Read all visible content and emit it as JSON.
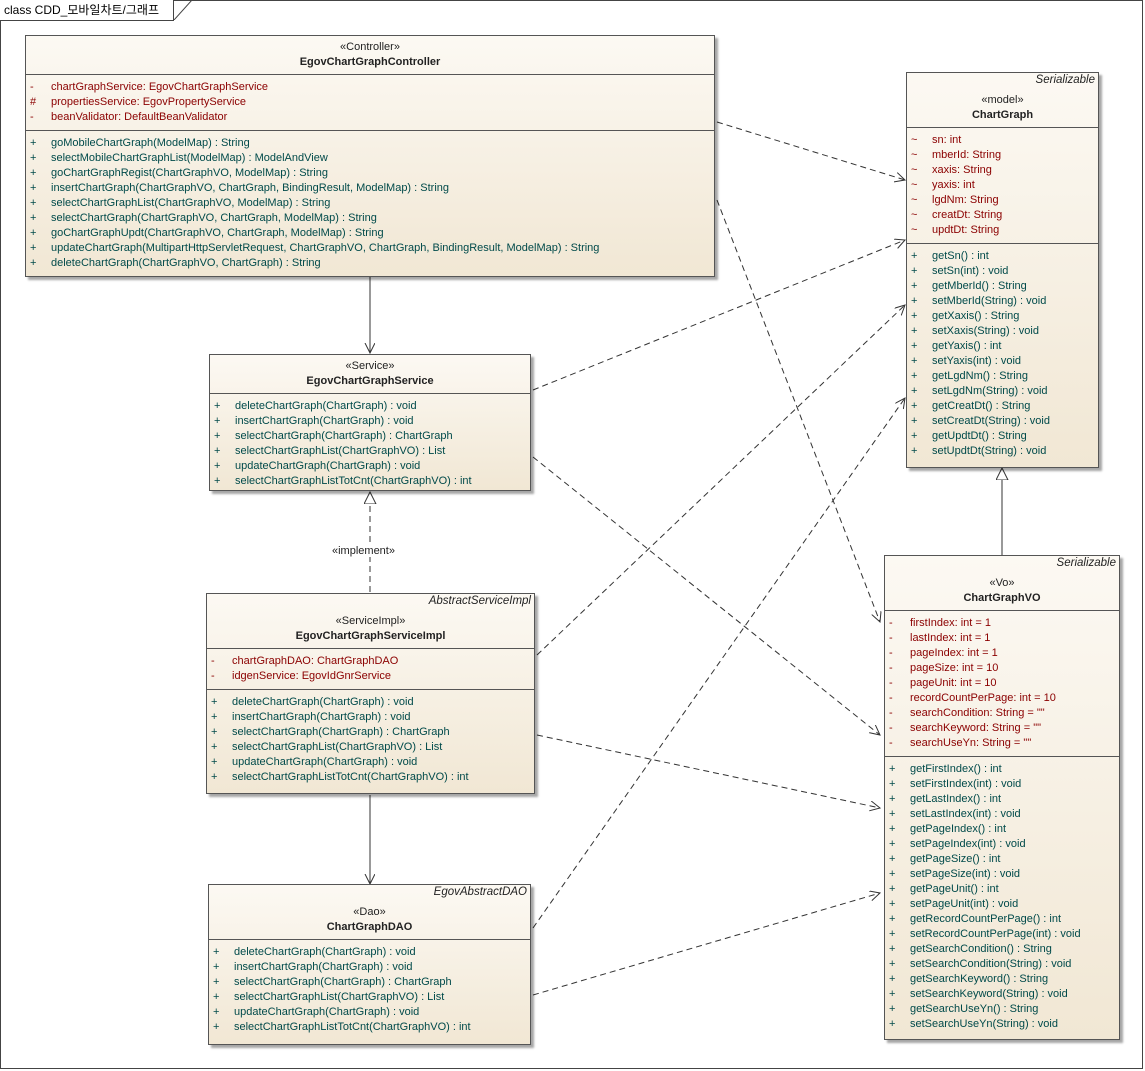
{
  "diagram_title": "class CDD_모바일차트/그래프",
  "classes": {
    "controller": {
      "stereotype": "«Controller»",
      "name": "EgovChartGraphController",
      "attributes": [
        {
          "vis": "-",
          "text": "chartGraphService:  EgovChartGraphService"
        },
        {
          "vis": "#",
          "text": "propertiesService:  EgovPropertyService"
        },
        {
          "vis": "-",
          "text": "beanValidator:  DefaultBeanValidator"
        }
      ],
      "operations": [
        {
          "vis": "+",
          "text": "goMobileChartGraph(ModelMap) : String"
        },
        {
          "vis": "+",
          "text": "selectMobileChartGraphList(ModelMap) : ModelAndView"
        },
        {
          "vis": "+",
          "text": "goChartGraphRegist(ChartGraphVO, ModelMap) : String"
        },
        {
          "vis": "+",
          "text": "insertChartGraph(ChartGraphVO, ChartGraph, BindingResult, ModelMap) : String"
        },
        {
          "vis": "+",
          "text": "selectChartGraphList(ChartGraphVO, ModelMap) : String"
        },
        {
          "vis": "+",
          "text": "selectChartGraph(ChartGraphVO, ChartGraph, ModelMap) : String"
        },
        {
          "vis": "+",
          "text": "goChartGraphUpdt(ChartGraphVO, ChartGraph, ModelMap) : String"
        },
        {
          "vis": "+",
          "text": "updateChartGraph(MultipartHttpServletRequest, ChartGraphVO, ChartGraph, BindingResult, ModelMap) : String"
        },
        {
          "vis": "+",
          "text": "deleteChartGraph(ChartGraphVO, ChartGraph) : String"
        }
      ]
    },
    "service": {
      "stereotype": "«Service»",
      "name": "EgovChartGraphService",
      "operations": [
        {
          "vis": "+",
          "text": "deleteChartGraph(ChartGraph) : void"
        },
        {
          "vis": "+",
          "text": "insertChartGraph(ChartGraph) : void"
        },
        {
          "vis": "+",
          "text": "selectChartGraph(ChartGraph) : ChartGraph"
        },
        {
          "vis": "+",
          "text": "selectChartGraphList(ChartGraphVO) : List"
        },
        {
          "vis": "+",
          "text": "updateChartGraph(ChartGraph) : void"
        },
        {
          "vis": "+",
          "text": "selectChartGraphListTotCnt(ChartGraphVO) : int"
        }
      ]
    },
    "service_impl": {
      "tag": "AbstractServiceImpl",
      "stereotype": "«ServiceImpl»",
      "name": "EgovChartGraphServiceImpl",
      "attributes": [
        {
          "vis": "-",
          "text": "chartGraphDAO:  ChartGraphDAO"
        },
        {
          "vis": "-",
          "text": "idgenService:  EgovIdGnrService"
        }
      ],
      "operations": [
        {
          "vis": "+",
          "text": "deleteChartGraph(ChartGraph) : void"
        },
        {
          "vis": "+",
          "text": "insertChartGraph(ChartGraph) : void"
        },
        {
          "vis": "+",
          "text": "selectChartGraph(ChartGraph) : ChartGraph"
        },
        {
          "vis": "+",
          "text": "selectChartGraphList(ChartGraphVO) : List"
        },
        {
          "vis": "+",
          "text": "updateChartGraph(ChartGraph) : void"
        },
        {
          "vis": "+",
          "text": "selectChartGraphListTotCnt(ChartGraphVO) : int"
        }
      ]
    },
    "dao": {
      "tag": "EgovAbstractDAO",
      "stereotype": "«Dao»",
      "name": "ChartGraphDAO",
      "operations": [
        {
          "vis": "+",
          "text": "deleteChartGraph(ChartGraph) : void"
        },
        {
          "vis": "+",
          "text": "insertChartGraph(ChartGraph) : void"
        },
        {
          "vis": "+",
          "text": "selectChartGraph(ChartGraph) : ChartGraph"
        },
        {
          "vis": "+",
          "text": "selectChartGraphList(ChartGraphVO) : List"
        },
        {
          "vis": "+",
          "text": "updateChartGraph(ChartGraph) : void"
        },
        {
          "vis": "+",
          "text": "selectChartGraphListTotCnt(ChartGraphVO) : int"
        }
      ]
    },
    "model": {
      "tag": "Serializable",
      "stereotype": "«model»",
      "name": "ChartGraph",
      "attributes": [
        {
          "vis": "~",
          "text": "sn:  int"
        },
        {
          "vis": "~",
          "text": "mberId:  String"
        },
        {
          "vis": "~",
          "text": "xaxis:  String"
        },
        {
          "vis": "~",
          "text": "yaxis:  int"
        },
        {
          "vis": "~",
          "text": "lgdNm:  String"
        },
        {
          "vis": "~",
          "text": "creatDt:  String"
        },
        {
          "vis": "~",
          "text": "updtDt:  String"
        }
      ],
      "operations": [
        {
          "vis": "+",
          "text": "getSn() : int"
        },
        {
          "vis": "+",
          "text": "setSn(int) : void"
        },
        {
          "vis": "+",
          "text": "getMberId() : String"
        },
        {
          "vis": "+",
          "text": "setMberId(String) : void"
        },
        {
          "vis": "+",
          "text": "getXaxis() : String"
        },
        {
          "vis": "+",
          "text": "setXaxis(String) : void"
        },
        {
          "vis": "+",
          "text": "getYaxis() : int"
        },
        {
          "vis": "+",
          "text": "setYaxis(int) : void"
        },
        {
          "vis": "+",
          "text": "getLgdNm() : String"
        },
        {
          "vis": "+",
          "text": "setLgdNm(String) : void"
        },
        {
          "vis": "+",
          "text": "getCreatDt() : String"
        },
        {
          "vis": "+",
          "text": "setCreatDt(String) : void"
        },
        {
          "vis": "+",
          "text": "getUpdtDt() : String"
        },
        {
          "vis": "+",
          "text": "setUpdtDt(String) : void"
        }
      ]
    },
    "vo": {
      "tag": "Serializable",
      "stereotype": "«Vo»",
      "name": "ChartGraphVO",
      "attributes": [
        {
          "vis": "-",
          "text": "firstIndex:  int = 1"
        },
        {
          "vis": "-",
          "text": "lastIndex:  int = 1"
        },
        {
          "vis": "-",
          "text": "pageIndex:  int = 1"
        },
        {
          "vis": "-",
          "text": "pageSize:  int = 10"
        },
        {
          "vis": "-",
          "text": "pageUnit:  int = 10"
        },
        {
          "vis": "-",
          "text": "recordCountPerPage:  int = 10"
        },
        {
          "vis": "-",
          "text": "searchCondition:  String = \"\""
        },
        {
          "vis": "-",
          "text": "searchKeyword:  String = \"\""
        },
        {
          "vis": "-",
          "text": "searchUseYn:  String = \"\""
        }
      ],
      "operations": [
        {
          "vis": "+",
          "text": "getFirstIndex() : int"
        },
        {
          "vis": "+",
          "text": "setFirstIndex(int) : void"
        },
        {
          "vis": "+",
          "text": "getLastIndex() : int"
        },
        {
          "vis": "+",
          "text": "setLastIndex(int) : void"
        },
        {
          "vis": "+",
          "text": "getPageIndex() : int"
        },
        {
          "vis": "+",
          "text": "setPageIndex(int) : void"
        },
        {
          "vis": "+",
          "text": "getPageSize() : int"
        },
        {
          "vis": "+",
          "text": "setPageSize(int) : void"
        },
        {
          "vis": "+",
          "text": "getPageUnit() : int"
        },
        {
          "vis": "+",
          "text": "setPageUnit(int) : void"
        },
        {
          "vis": "+",
          "text": "getRecordCountPerPage() : int"
        },
        {
          "vis": "+",
          "text": "setRecordCountPerPage(int) : void"
        },
        {
          "vis": "+",
          "text": "getSearchCondition() : String"
        },
        {
          "vis": "+",
          "text": "setSearchCondition(String) : void"
        },
        {
          "vis": "+",
          "text": "getSearchKeyword() : String"
        },
        {
          "vis": "+",
          "text": "setSearchKeyword(String) : void"
        },
        {
          "vis": "+",
          "text": "getSearchUseYn() : String"
        },
        {
          "vis": "+",
          "text": "setSearchUseYn(String) : void"
        }
      ]
    }
  },
  "labels": {
    "implement": "«implement»"
  }
}
